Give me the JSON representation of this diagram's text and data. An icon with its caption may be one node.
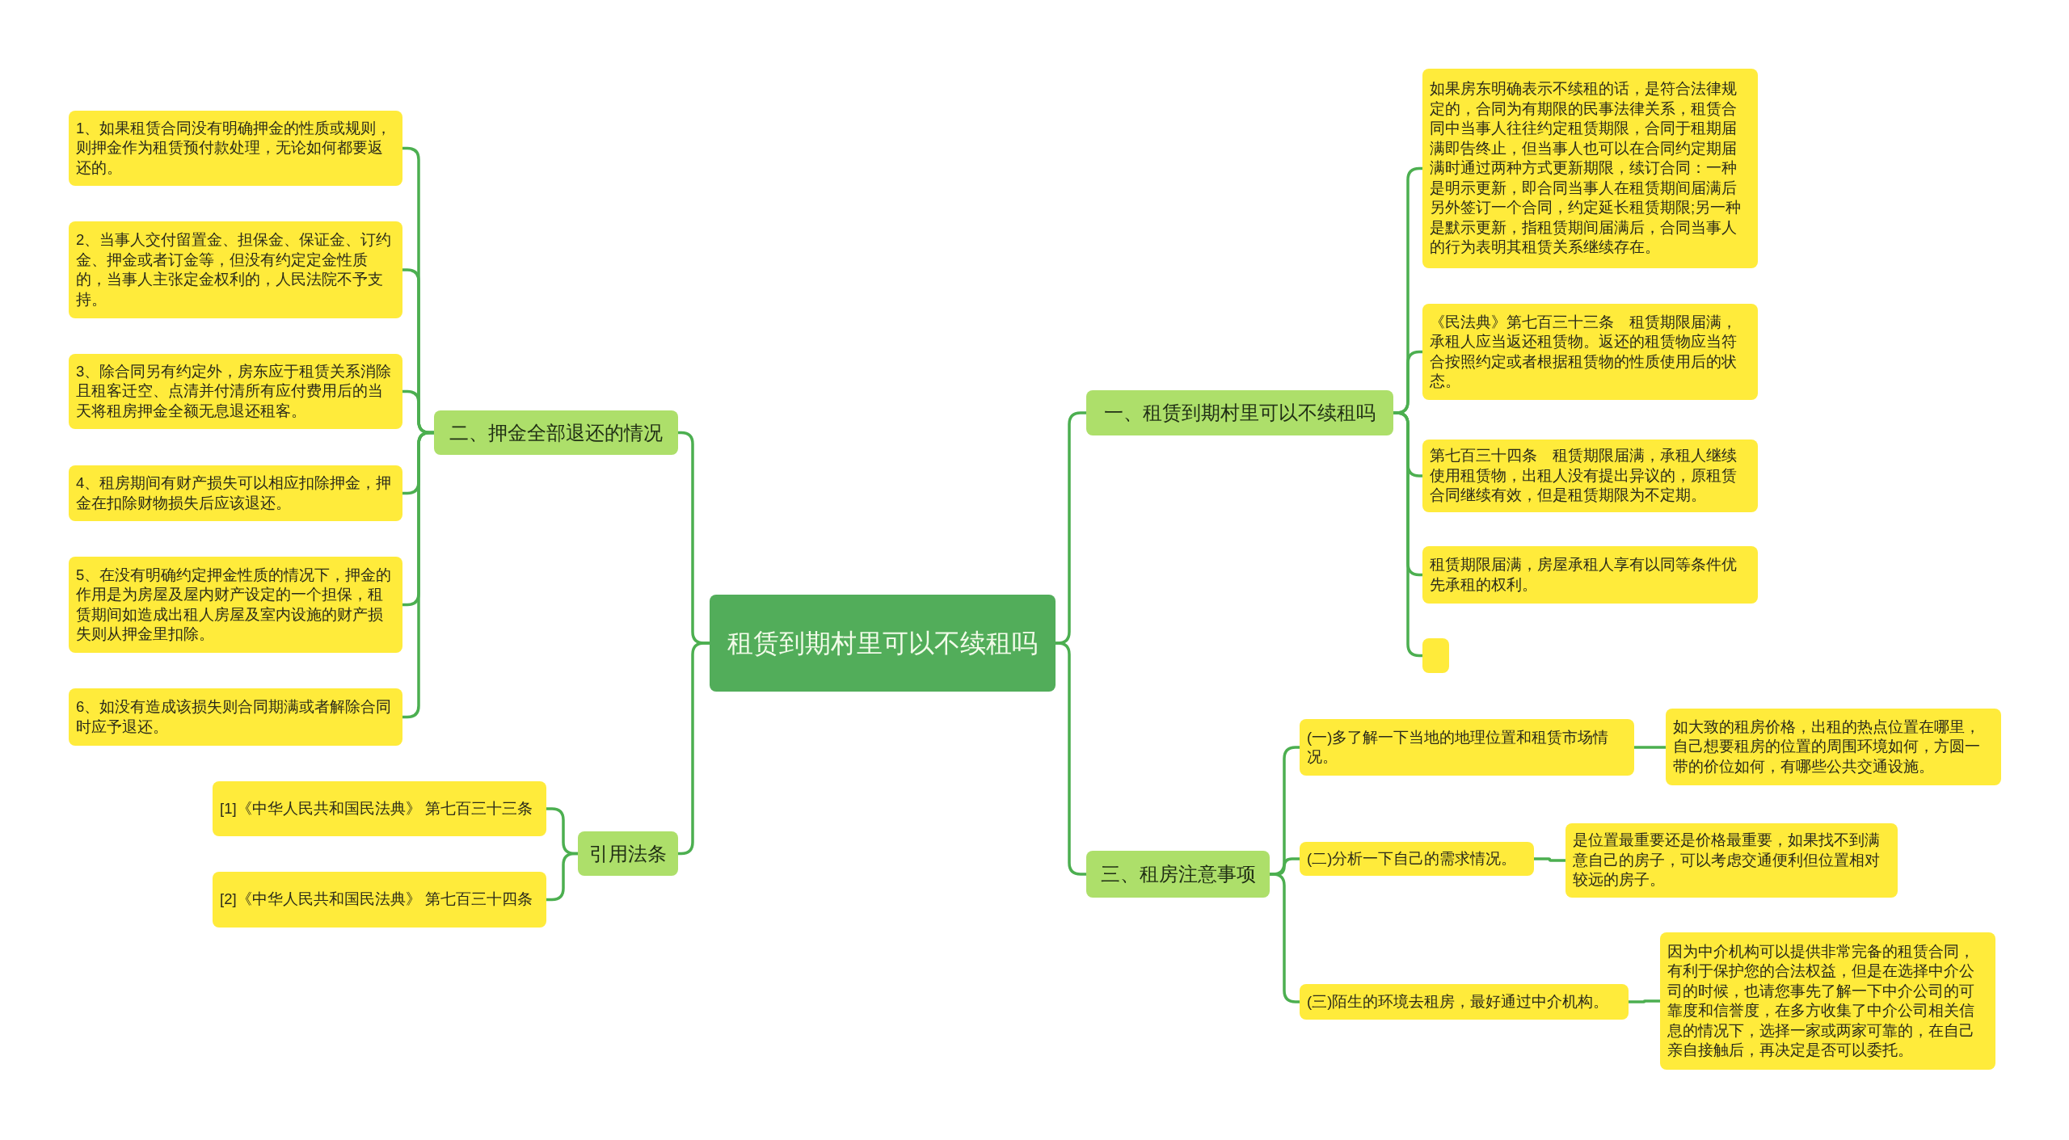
{
  "diagram": {
    "nodes": [
      {
        "text": [
          "租赁到期村里可以不续租吗"
        ]
      },
      {
        "text": [
          "一、租赁到期村里可以不续租吗"
        ]
      },
      {
        "text": [
          "如果房东明确表示不续租的话，是符合法律规定的，合同为有期限的民事法律关系，租赁合同中当事人往往约定租赁期限，合同于租期届满即告终止，但当事人也可以在合同约定期届满时通过两种方式更新期限，续订合同：一种是明示更新，即合同当事人在租赁期间届满后另外签订一个合同，约定延长租赁期限;另一种是默示更新，指租赁期间届满后，合同当事人的行为表明其租赁关系继续存在。"
        ]
      },
      {
        "text": [
          "《民法典》第七百三十三条　租赁期限届满，承租人应当返还租赁物。返还的租赁物应当符合按照约定或者根据租赁物的性质使用后的状态。"
        ]
      },
      {
        "text": [
          "第七百三十四条　租赁期限届满，承租人继续使用租赁物，出租人没有提出异议的，原租赁合同继续有效，但是租赁期限为不定期。"
        ]
      },
      {
        "text": [
          "租赁期限届满，房屋承租人享有以同等条件优先承租的权利。"
        ]
      },
      {
        "text": [],
        "shape": "box"
      },
      {
        "text": [
          "三、租房注意事项"
        ]
      },
      {
        "text": [
          "(一)多了解一下当地的地理位置和租赁市场情况。"
        ]
      },
      {
        "text": [
          "如大致的租房价格，出租的热点位置在哪里，自己想要租房的位置的周围环境如何，方圆一带的价位如何，有哪些公共交通设施。"
        ]
      },
      {
        "text": [
          "(二)分析一下自己的需求情况。"
        ]
      },
      {
        "text": [
          "是位置最重要还是价格最重要，如果找不到满意自己的房子，可以考虑交通便利但位置相对较远的房子。"
        ]
      },
      {
        "text": [
          "(三)陌生的环境去租房，最好通过中介机构。"
        ]
      },
      {
        "text": [
          "因为中介机构可以提供非常完备的租赁合同，有利于保护您的合法权益，但是在选择中介公司的时候，也请您事先了解一下中介公司的可靠度和信誉度，在多方收集了中介公司相关信息的情况下，选择一家或两家可靠的，在自己亲自接触后，再决定是否可以委托。"
        ]
      },
      {
        "text": [
          "二、押金全部退还的情况"
        ]
      },
      {
        "text": [
          "1、如果租赁合同没有明确押金的性质或规则，则押金作为租赁预付款处理，无论如何都要返还的。"
        ]
      },
      {
        "text": [
          "2、当事人交付留置金、担保金、保证金、订约金、押金或者订金等，但没有约定定金性质的，当事人主张定金权利的，人民法院不予支持。"
        ]
      },
      {
        "text": [
          "3、除合同另有约定外，房东应于租赁关系消除且租客迁空、点清并付清所有应付费用后的当天将租房押金全额无息退还租客。"
        ]
      },
      {
        "text": [
          "4、租房期间有财产损失可以相应扣除押金，押金在扣除财物损失后应该退还。"
        ]
      },
      {
        "text": [
          "5、在没有明确约定押金性质的情况下，押金的作用是为房屋及屋内财产设定的一个担保，租赁期间如造成出租人房屋及室内设施的财产损失则从押金里扣除。"
        ]
      },
      {
        "text": [
          "6、如没有造成该损失则合同期满或者解除合同时应予退还。"
        ]
      },
      {
        "text": [
          "引用法条"
        ]
      },
      {
        "text": [
          "[1]《中华人民共和国民法典》 第七百三十三条"
        ]
      },
      {
        "text": [
          "[2]《中华人民共和国民法典》 第七百三十四条"
        ]
      }
    ],
    "edges": [
      {
        "from": 0,
        "to": 1,
        "arrow": "none"
      },
      {
        "from": 1,
        "to": 2,
        "arrow": "none"
      },
      {
        "from": 1,
        "to": 3,
        "arrow": "none"
      },
      {
        "from": 1,
        "to": 4,
        "arrow": "none"
      },
      {
        "from": 1,
        "to": 5,
        "arrow": "none"
      },
      {
        "from": 1,
        "to": 6,
        "arrow": "none"
      },
      {
        "from": 0,
        "to": 7,
        "arrow": "none"
      },
      {
        "from": 7,
        "to": 8,
        "arrow": "none"
      },
      {
        "from": 8,
        "to": 9,
        "arrow": "none"
      },
      {
        "from": 7,
        "to": 10,
        "arrow": "none"
      },
      {
        "from": 10,
        "to": 11,
        "arrow": "none"
      },
      {
        "from": 7,
        "to": 12,
        "arrow": "none"
      },
      {
        "from": 12,
        "to": 13,
        "arrow": "none"
      },
      {
        "from": 0,
        "to": 14,
        "arrow": "none"
      },
      {
        "from": 14,
        "to": 15,
        "arrow": "none"
      },
      {
        "from": 14,
        "to": 16,
        "arrow": "none"
      },
      {
        "from": 14,
        "to": 17,
        "arrow": "none"
      },
      {
        "from": 14,
        "to": 18,
        "arrow": "none"
      },
      {
        "from": 14,
        "to": 19,
        "arrow": "none"
      },
      {
        "from": 14,
        "to": 20,
        "arrow": "none"
      },
      {
        "from": 0,
        "to": 21,
        "arrow": "none"
      },
      {
        "from": 21,
        "to": 22,
        "arrow": "none"
      },
      {
        "from": 21,
        "to": 23,
        "arrow": "none"
      }
    ]
  }
}
